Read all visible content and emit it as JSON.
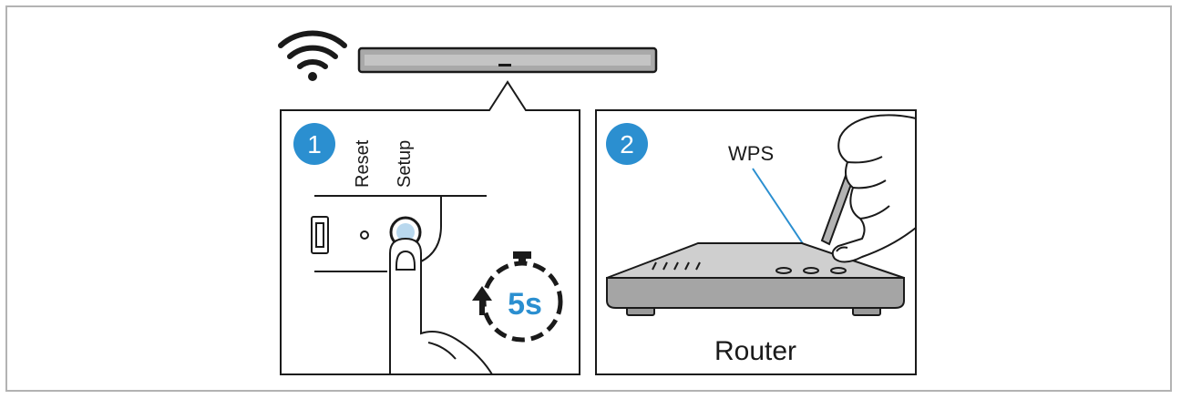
{
  "steps": {
    "step1": {
      "number": "1",
      "reset_label": "Reset",
      "setup_label": "Setup",
      "hold_time": "5s",
      "badge_color": "#2b8fd0"
    },
    "step2": {
      "number": "2",
      "wps_label": "WPS",
      "device_label": "Router",
      "badge_color": "#2b8fd0"
    }
  },
  "icons": [
    "wifi-icon",
    "soundbar-icon",
    "timer-icon",
    "finger-icon",
    "router-icon",
    "hand-icon"
  ]
}
